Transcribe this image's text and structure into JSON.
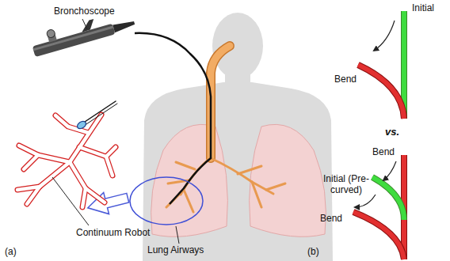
{
  "diagram": {
    "labels": [
      "Bronchoscope",
      "Continuum Robot",
      "Lung Airways",
      "(a)",
      "Initial",
      "Bend",
      "vs.",
      "Bend",
      "Initial (Pre-curved)",
      "Bend",
      "(b)"
    ]
  }
}
